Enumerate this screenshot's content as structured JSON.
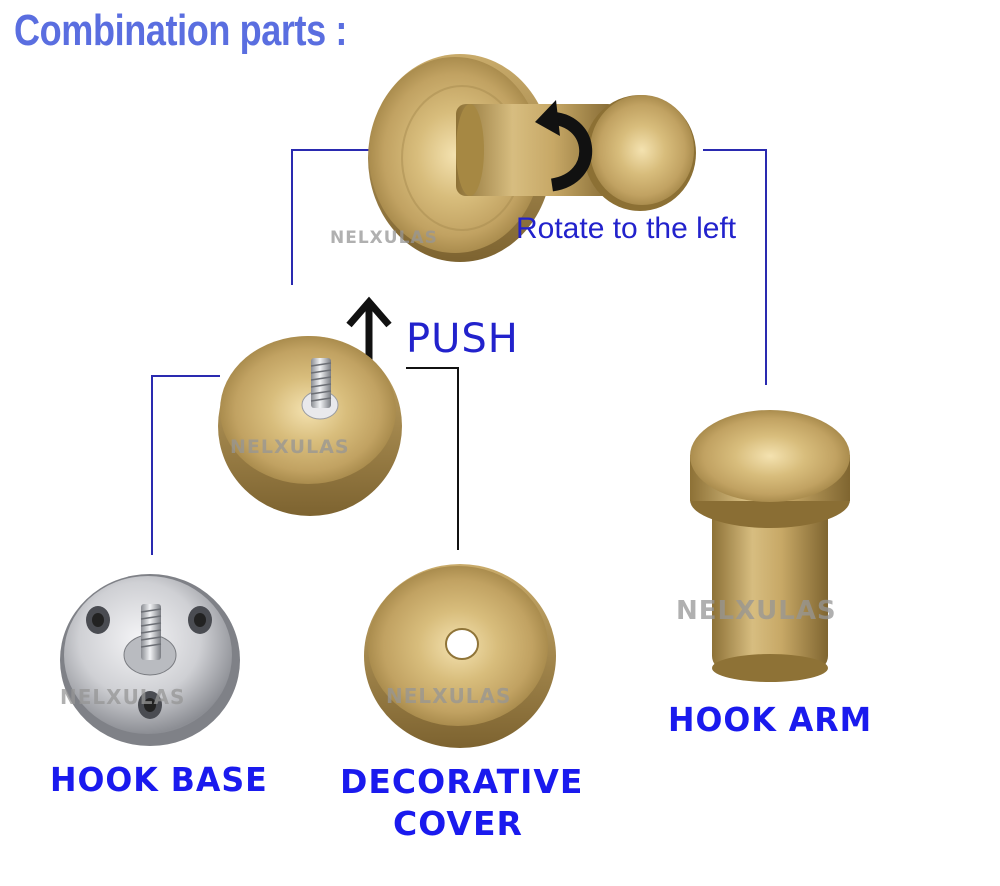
{
  "title": "Combination parts :",
  "annotations": {
    "rotate": "Rotate to the left",
    "push": "PUSH"
  },
  "parts": {
    "hook_base": "HOOK BASE",
    "decorative_cover_line1": "DECORATIVE",
    "decorative_cover_line2": "COVER",
    "hook_arm": "HOOK ARM"
  },
  "watermark": "NELXULAS",
  "icons": [
    "rotate-arrow-icon",
    "push-arrow-icon"
  ],
  "colors": {
    "title": "#5a6ee0",
    "label_blue": "#1a1aee",
    "connector": "#2a2ab0",
    "brass": "#b79a55",
    "steel": "#c8c9cd"
  }
}
